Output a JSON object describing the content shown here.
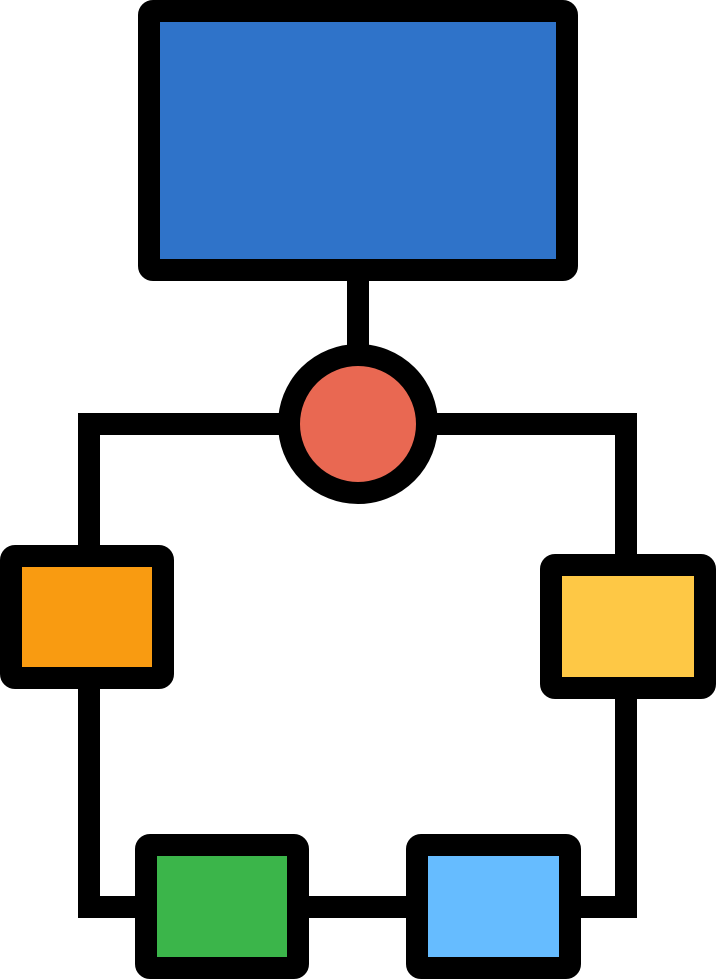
{
  "diagram": {
    "outline_color": "#000000",
    "background_color": "#ffffff",
    "nodes": {
      "top_rect": {
        "shape": "rectangle",
        "fill": "#2f73c9"
      },
      "hub_circle": {
        "shape": "circle",
        "fill": "#e96852"
      },
      "left_box": {
        "shape": "square",
        "fill": "#f99b11"
      },
      "right_box": {
        "shape": "square",
        "fill": "#fec845"
      },
      "bottom_left_box": {
        "shape": "square",
        "fill": "#3bb54a"
      },
      "bottom_right_box": {
        "shape": "square",
        "fill": "#66bcff"
      }
    },
    "connectors": [
      {
        "from": "top_rect",
        "to": "hub_circle"
      },
      {
        "from": "hub_circle",
        "to": "left_box"
      },
      {
        "from": "hub_circle",
        "to": "right_box"
      },
      {
        "from": "left_box",
        "to": "bottom_left_box"
      },
      {
        "from": "bottom_left_box",
        "to": "bottom_right_box"
      },
      {
        "from": "bottom_right_box",
        "to": "right_box"
      }
    ]
  }
}
